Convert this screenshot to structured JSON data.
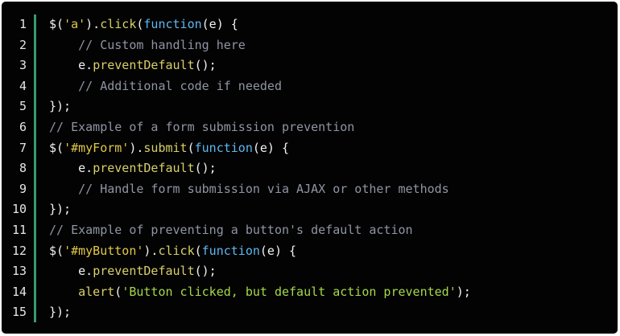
{
  "colors": {
    "background": "#030303",
    "gutter_bar": "#3a9a6e",
    "text": "#f2f2f2",
    "keyword": "#5fb7f0",
    "string": "#e0c84a",
    "method": "#d8d06a",
    "comment": "#8f95a3",
    "green_string": "#a6d84a"
  },
  "line_numbers": [
    "1",
    "2",
    "3",
    "4",
    "5",
    "6",
    "7",
    "8",
    "9",
    "10",
    "11",
    "12",
    "13",
    "14",
    "15"
  ],
  "code": [
    [
      {
        "t": "$(",
        "c": "text"
      },
      {
        "t": "'a'",
        "c": "string"
      },
      {
        "t": ").",
        "c": "text"
      },
      {
        "t": "click",
        "c": "method"
      },
      {
        "t": "(",
        "c": "text"
      },
      {
        "t": "function",
        "c": "keyword"
      },
      {
        "t": "(e) {",
        "c": "text"
      }
    ],
    [
      {
        "t": "    // Custom handling here",
        "c": "comment"
      }
    ],
    [
      {
        "t": "    e.",
        "c": "text"
      },
      {
        "t": "preventDefault",
        "c": "call"
      },
      {
        "t": "();",
        "c": "text"
      }
    ],
    [
      {
        "t": "    // Additional code if needed",
        "c": "comment"
      }
    ],
    [
      {
        "t": "});",
        "c": "text"
      }
    ],
    [
      {
        "t": "// Example of a form submission prevention",
        "c": "comment"
      }
    ],
    [
      {
        "t": "$(",
        "c": "text"
      },
      {
        "t": "'#myForm'",
        "c": "string"
      },
      {
        "t": ").",
        "c": "text"
      },
      {
        "t": "submit",
        "c": "method"
      },
      {
        "t": "(",
        "c": "text"
      },
      {
        "t": "function",
        "c": "keyword"
      },
      {
        "t": "(e) {",
        "c": "text"
      }
    ],
    [
      {
        "t": "    e.",
        "c": "text"
      },
      {
        "t": "preventDefault",
        "c": "call"
      },
      {
        "t": "();",
        "c": "text"
      }
    ],
    [
      {
        "t": "    // Handle form submission via AJAX or other methods",
        "c": "comment"
      }
    ],
    [
      {
        "t": "});",
        "c": "text"
      }
    ],
    [
      {
        "t": "// Example of preventing a button's default action",
        "c": "comment"
      }
    ],
    [
      {
        "t": "$(",
        "c": "text"
      },
      {
        "t": "'#myButton'",
        "c": "string"
      },
      {
        "t": ").",
        "c": "text"
      },
      {
        "t": "click",
        "c": "method"
      },
      {
        "t": "(",
        "c": "text"
      },
      {
        "t": "function",
        "c": "keyword"
      },
      {
        "t": "(e) {",
        "c": "text"
      }
    ],
    [
      {
        "t": "    e.",
        "c": "text"
      },
      {
        "t": "preventDefault",
        "c": "call"
      },
      {
        "t": "();",
        "c": "text"
      }
    ],
    [
      {
        "t": "    ",
        "c": "text"
      },
      {
        "t": "alert",
        "c": "call"
      },
      {
        "t": "(",
        "c": "text"
      },
      {
        "t": "'Button clicked, but default action prevented'",
        "c": "green"
      },
      {
        "t": ");",
        "c": "text"
      }
    ],
    [
      {
        "t": "});",
        "c": "text"
      }
    ]
  ]
}
